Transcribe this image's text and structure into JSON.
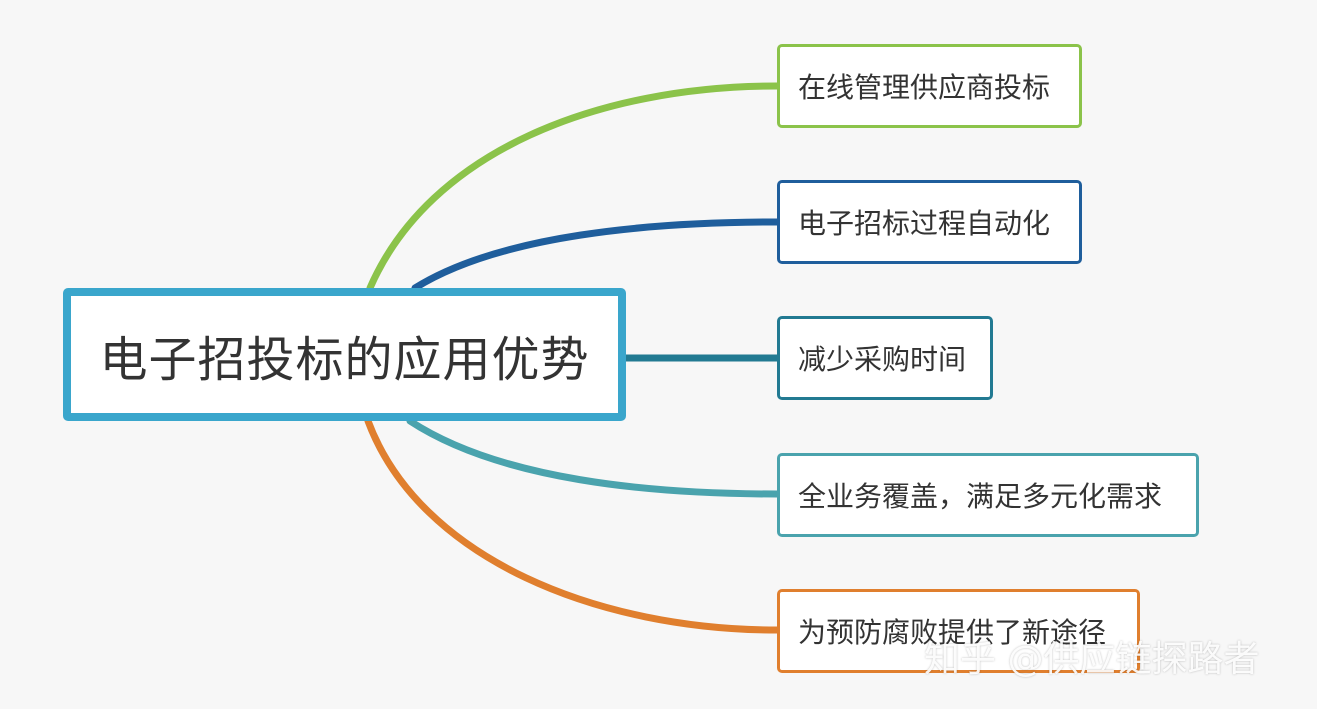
{
  "central_topic": "电子招投标的应用优势",
  "branches": [
    {
      "label": "在线管理供应商投标",
      "color": "#8bc34a"
    },
    {
      "label": "电子招标过程自动化",
      "color": "#1f5e9c"
    },
    {
      "label": "减少采购时间",
      "color": "#227a92"
    },
    {
      "label": "全业务覆盖，满足多元化需求",
      "color": "#4aa3ad"
    },
    {
      "label": "为预防腐败提供了新途径",
      "color": "#e07f2e"
    }
  ],
  "central_border_color": "#3aa6cc",
  "watermark": "知乎 @供应链探路者"
}
